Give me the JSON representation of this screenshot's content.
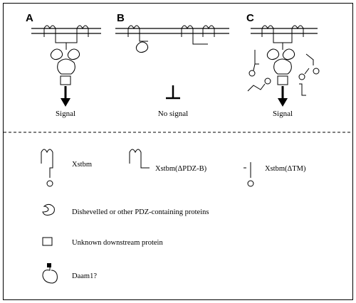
{
  "panels": [
    {
      "letter": "A",
      "caption": "Signal"
    },
    {
      "letter": "B",
      "caption": "No signal"
    },
    {
      "letter": "C",
      "caption": "Signal"
    }
  ],
  "legend": {
    "xstbm": "Xstbm",
    "xstbm_dpdz": "Xstbm(ΔPDZ-B)",
    "xstbm_dtm": "Xstbm(ΔTM)",
    "dishevelled": "Dishevelled or other PDZ-containing proteins",
    "unknown": "Unknown downstream protein",
    "daam": "Daam1?"
  },
  "icons": {
    "receptor": "transmembrane-receptor-icon",
    "pdz_protein": "dishevelled-icon",
    "box": "unknown-protein-box-icon",
    "daam": "daam1-icon",
    "arrow": "signal-arrow-icon",
    "block": "inhibition-t-bar-icon"
  }
}
